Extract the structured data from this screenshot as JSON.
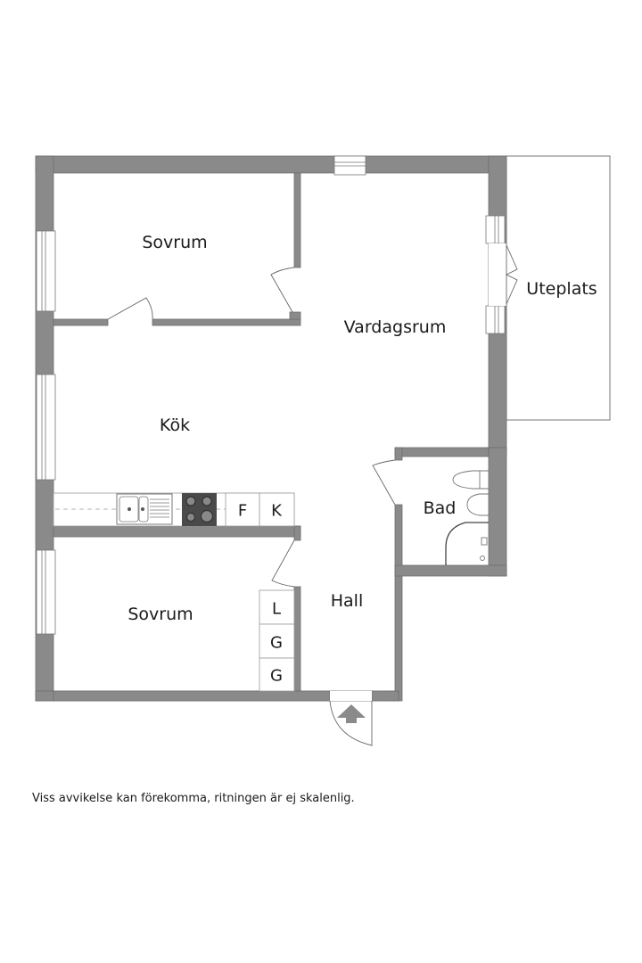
{
  "floorplan": {
    "rooms": [
      {
        "id": "sovrum-1",
        "label": "Sovrum"
      },
      {
        "id": "vardagsrum",
        "label": "Vardagsrum"
      },
      {
        "id": "uteplats",
        "label": "Uteplats"
      },
      {
        "id": "kok",
        "label": "Kök"
      },
      {
        "id": "bad",
        "label": "Bad"
      },
      {
        "id": "sovrum-2",
        "label": "Sovrum"
      },
      {
        "id": "hall",
        "label": "Hall"
      }
    ],
    "fixtures": {
      "fridge": "F",
      "freezer": "K",
      "wardrobe_linen": "L",
      "wardrobe_1": "G",
      "wardrobe_2": "G"
    },
    "colors": {
      "wall": "#8a8a8a",
      "wall_outline": "#6e6e6e",
      "line": "#555555",
      "stove": "#4a4a4a"
    }
  },
  "footer": {
    "disclaimer": "Viss avvikelse kan förekomma, ritningen är ej skalenlig."
  }
}
